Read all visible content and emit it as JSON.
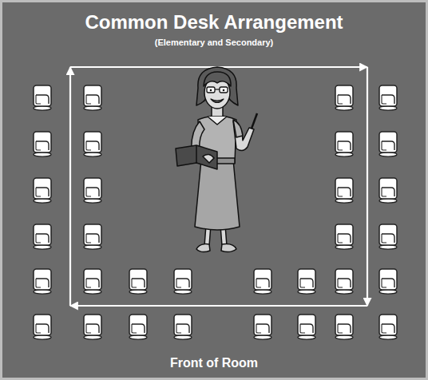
{
  "diagram": {
    "title": "Common Desk Arrangement",
    "labels": [
      "(Elementary and Secondary)",
      "Front of Room"
    ]
  }
}
